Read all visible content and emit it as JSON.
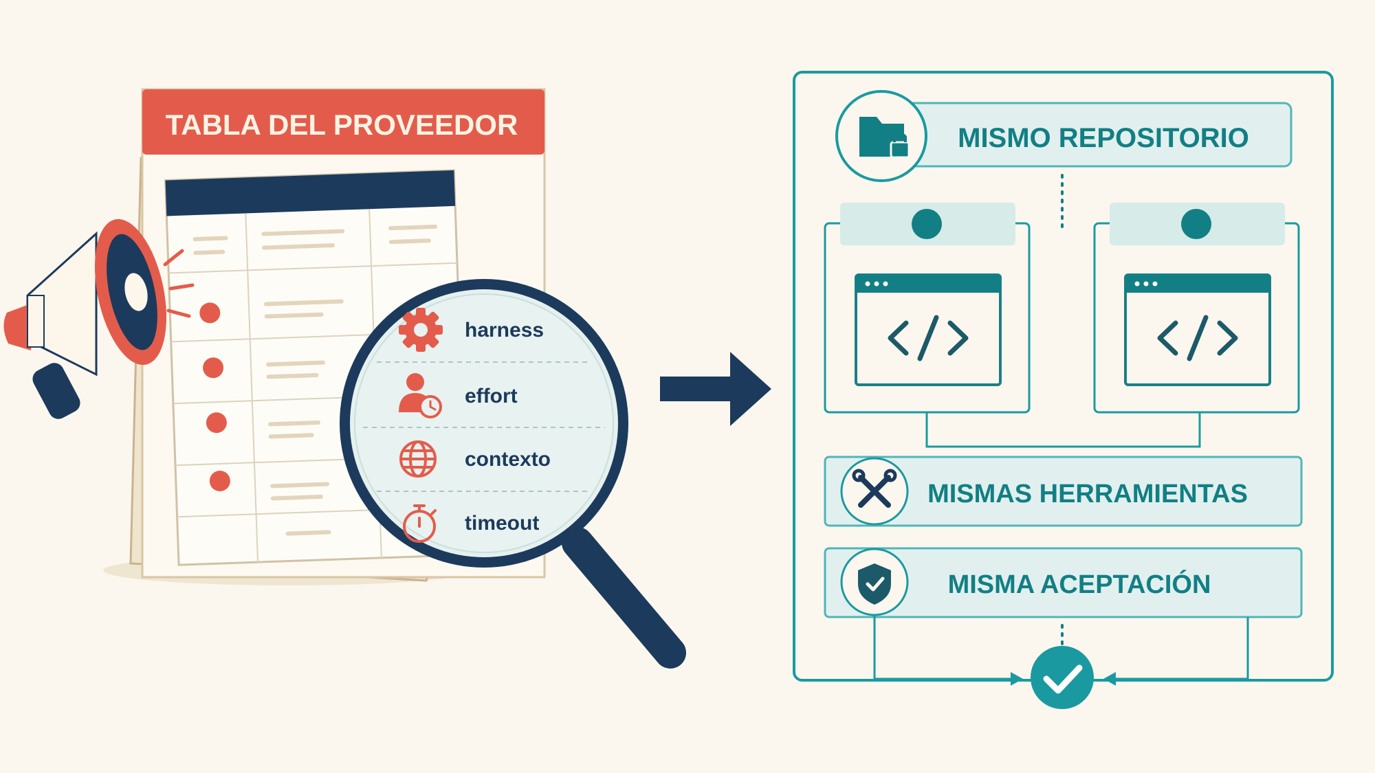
{
  "left": {
    "table_title": "TABLA DEL PROVEEDOR",
    "lens_items": [
      {
        "label": "harness",
        "icon": "gear-icon"
      },
      {
        "label": "effort",
        "icon": "person-clock-icon"
      },
      {
        "label": "contexto",
        "icon": "globe-icon"
      },
      {
        "label": "timeout",
        "icon": "stopwatch-icon"
      }
    ]
  },
  "right": {
    "repository_label": "MISMO REPOSITORIO",
    "tools_label": "MISMAS HERRAMIENTAS",
    "acceptance_label": "MISMA ACEPTACIÓN"
  },
  "colors": {
    "background": "#fbf7ee",
    "accent_red": "#e35c4b",
    "navy": "#1c3a5c",
    "teal": "#1a9aa0",
    "teal_dark": "#127f84",
    "teal_fill": "#e1f0ef",
    "paper": "#fdf9f0"
  }
}
